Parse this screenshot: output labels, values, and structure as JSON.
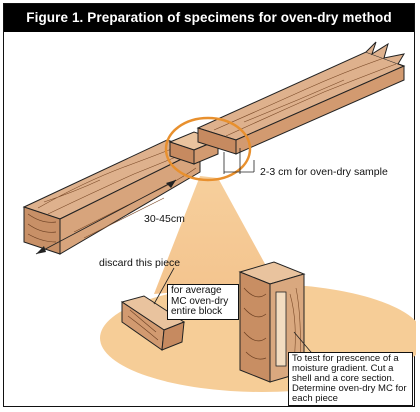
{
  "figure": {
    "title": "Figure 1. Preparation of specimens for oven-dry method"
  },
  "labels": {
    "sample_width": "2-3 cm for oven-dry sample",
    "length": "30-45cm",
    "discard": "discard this piece",
    "average_note": "for average MC oven-dry entire block",
    "gradient_note": "To test for prescence of a moisture gradient. Cut a shell and a core section. Determine oven-dry MC for each piece"
  },
  "colors": {
    "wood": "#d9ab85",
    "wood_dark": "#b37f58",
    "highlight": "#f7cf98",
    "circle": "#e8902e"
  }
}
